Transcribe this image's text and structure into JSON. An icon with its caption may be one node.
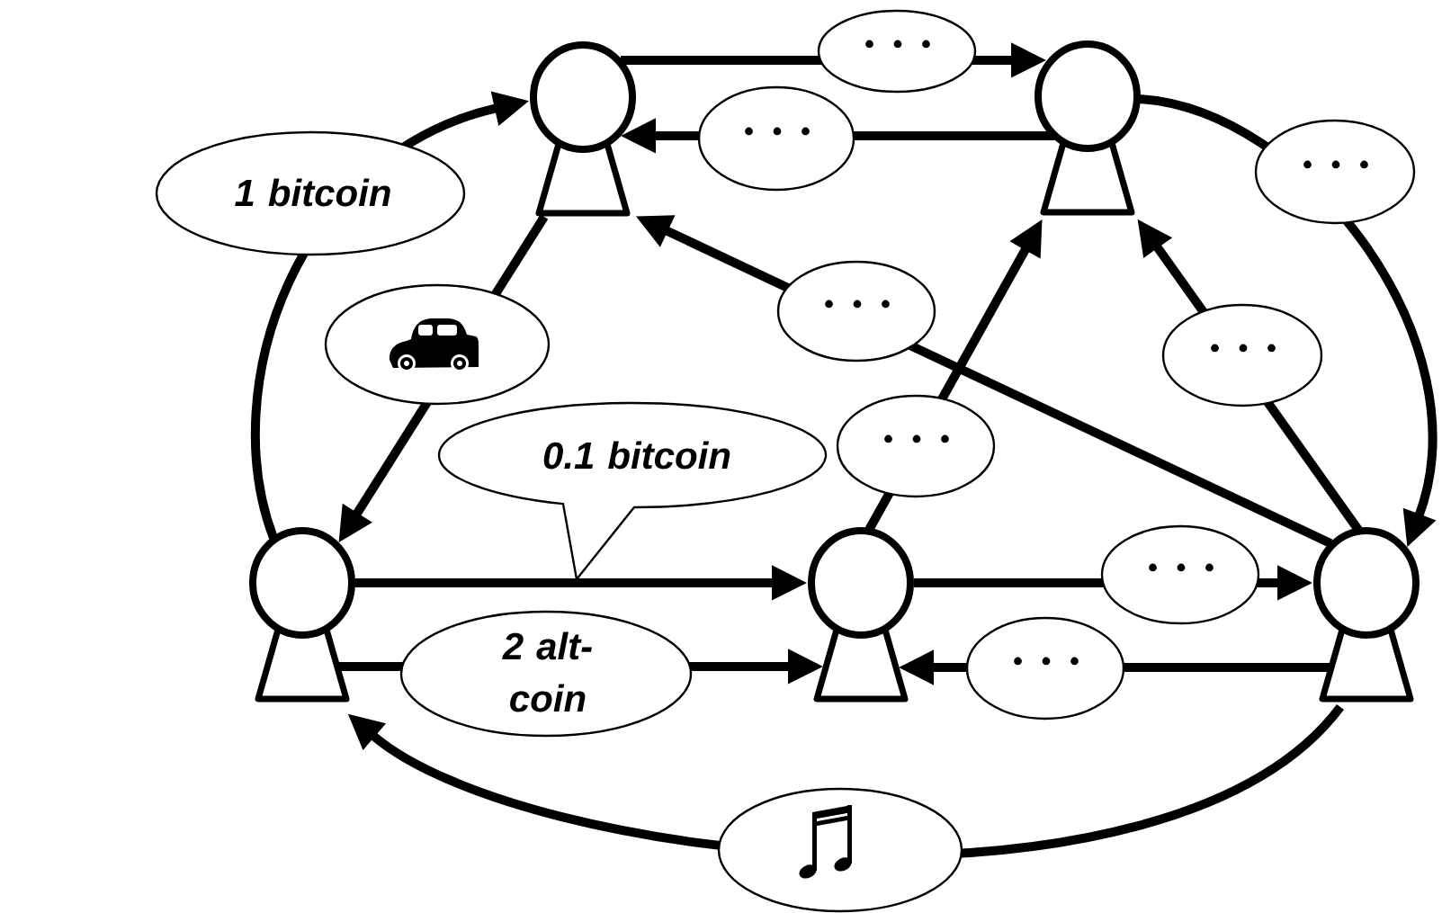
{
  "diagram": {
    "nodes": [
      {
        "text": [],
        "shape": "person"
      },
      {
        "text": [],
        "shape": "person"
      },
      {
        "text": [],
        "shape": "person"
      },
      {
        "text": [],
        "shape": "person"
      },
      {
        "text": [],
        "shape": "person"
      }
    ],
    "edges": [
      {
        "from": 0,
        "to": 1,
        "arrow": "to",
        "label": ". . ."
      },
      {
        "from": 1,
        "to": 0,
        "arrow": "to",
        "label": ". . ."
      },
      {
        "from": 2,
        "to": 0,
        "arrow": "to",
        "label": "1 bitcoin"
      },
      {
        "from": 0,
        "to": 2,
        "arrow": "to"
      },
      {
        "from": 1,
        "to": 4,
        "arrow": "to",
        "label": ". . ."
      },
      {
        "from": 4,
        "to": 0,
        "arrow": "to",
        "label": ". . ."
      },
      {
        "from": 3,
        "to": 1,
        "arrow": "to",
        "label": ". . ."
      },
      {
        "from": 4,
        "to": 1,
        "arrow": "to",
        "label": ". . ."
      },
      {
        "from": 2,
        "to": 3,
        "arrow": "to",
        "label": "0.1 bitcoin"
      },
      {
        "from": 2,
        "to": 3,
        "arrow": "to",
        "label": "2 alt- coin"
      },
      {
        "from": 3,
        "to": 4,
        "arrow": "to",
        "label": ". . ."
      },
      {
        "from": 4,
        "to": 3,
        "arrow": "to",
        "label": ". . ."
      },
      {
        "from": 4,
        "to": 2,
        "arrow": "to"
      }
    ]
  }
}
